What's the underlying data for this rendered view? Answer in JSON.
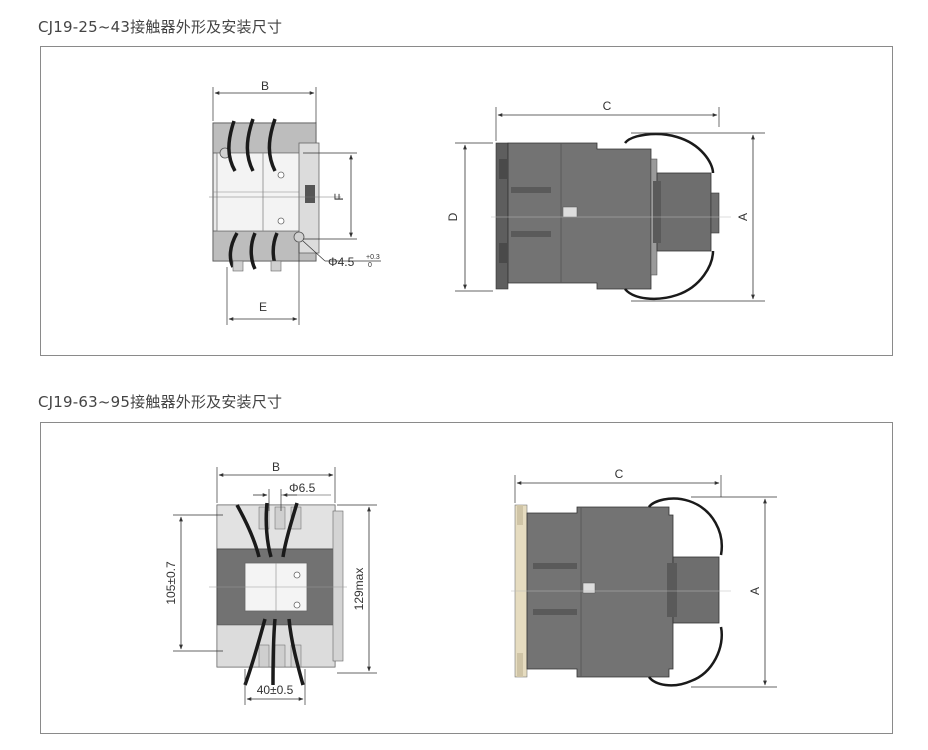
{
  "section1": {
    "title": "CJ19-25~43接触器外形及安装尺寸",
    "labels": {
      "B": "B",
      "E": "E",
      "F": "F",
      "hole_symbol": "Φ4.5",
      "hole_tol_upper": "+0.3",
      "hole_tol_lower": "0",
      "C": "C",
      "D": "D",
      "A": "A"
    }
  },
  "section2": {
    "title": "CJ19-63~95接触器外形及安装尺寸",
    "labels": {
      "B": "B",
      "hole": "Φ6.5",
      "height_tol": "105±0.7",
      "max_height": "129max",
      "width_tol": "40±0.5",
      "C": "C",
      "A": "A"
    }
  },
  "colors": {
    "body_gray": "#727272",
    "body_dark": "#4f4f4f",
    "light_face": "#e6e6e6",
    "mid_face": "#c9c9c9",
    "coil_wire": "#1a1a1a",
    "dim_line": "#333333",
    "rail_beige": "#e6dcc0",
    "panel_border": "#8a8a8a"
  }
}
